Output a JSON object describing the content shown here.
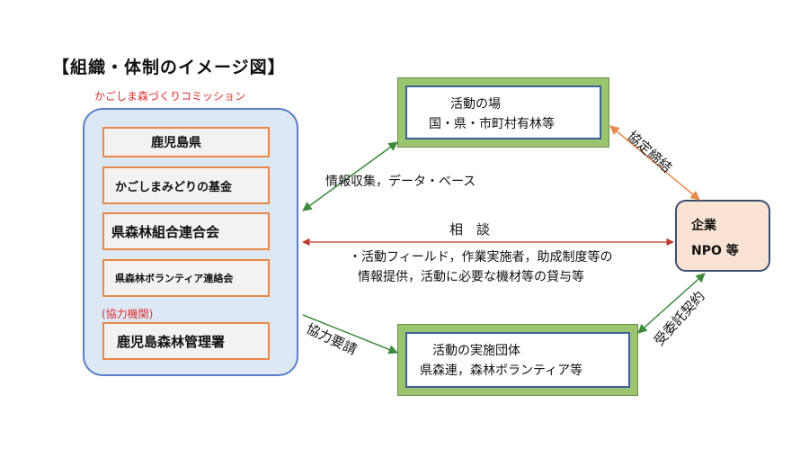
{
  "title": "【組織・体制のイメージ図】",
  "commission": {
    "label": "かごしま森づくりコミッション",
    "members": [
      "鹿児島県",
      "かごしまみどりの基金",
      "県森林組合連合会",
      "県森林ボランティア連絡会"
    ],
    "cooperating_label": "(協力機関)",
    "cooperating_member": "鹿児島森林管理署"
  },
  "activity_field": {
    "title": "活動の場",
    "detail": "国・県・市町村有林等"
  },
  "implementing_group": {
    "title": "活動の実施団体",
    "detail": "県森連，森林ボランティア等"
  },
  "company": {
    "line1": "企業",
    "line2": "NPO 等"
  },
  "labels": {
    "info_collection": "情報収集，データ・ベース",
    "consultation": "相　談",
    "consultation_detail_1": "・活動フィールド，作業実施者，助成制度等の",
    "consultation_detail_2": "情報提供，活動に必要な機材等の貸与等",
    "cooperation_request": "協力要請",
    "agreement": "協定締結",
    "contract": "受委託契約"
  },
  "colors": {
    "commission_fill": "#dde8f5",
    "commission_border": "#5b7fc7",
    "org_border": "#e8894a",
    "green_frame": "#9bc46e",
    "company_fill": "#fbe3d4",
    "arrow_green": "#3d8a3d",
    "arrow_red": "#c0392b",
    "arrow_orange": "#e8894a",
    "label_red": "#e03030"
  }
}
